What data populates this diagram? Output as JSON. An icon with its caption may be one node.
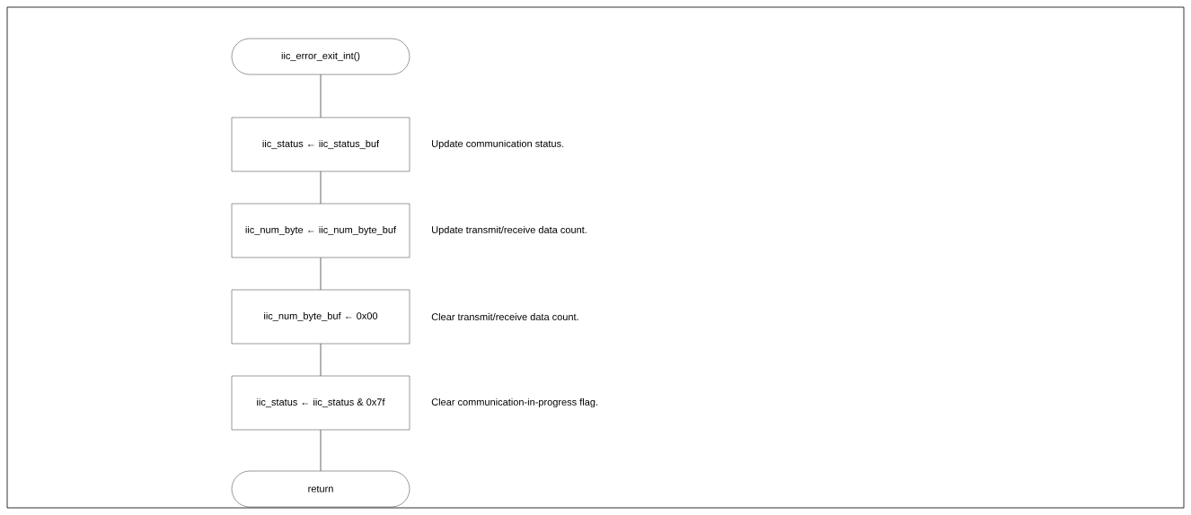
{
  "diagram": {
    "nodes": [
      {
        "text": [
          "iic_error_exit_int()"
        ]
      },
      {
        "text": [
          "iic_status ← iic_status_buf"
        ],
        "beside": [
          "Update communication status."
        ]
      },
      {
        "text": [
          "iic_num_byte ← iic_num_byte_buf"
        ],
        "beside": [
          "Update transmit/receive data count."
        ]
      },
      {
        "text": [
          "iic_num_byte_buf ← 0x00"
        ],
        "beside": [
          "Clear transmit/receive data count."
        ]
      },
      {
        "text": [
          "iic_status ← iic_status & 0x7f"
        ],
        "beside": [
          "Clear communication-in-progress flag."
        ]
      },
      {
        "text": [
          "return"
        ]
      }
    ],
    "edges": [
      {
        "from": 0,
        "to": 1,
        "arrow": "none"
      },
      {
        "from": 1,
        "to": 2,
        "arrow": "none"
      },
      {
        "from": 2,
        "to": 3,
        "arrow": "none"
      },
      {
        "from": 3,
        "to": 4,
        "arrow": "none"
      },
      {
        "from": 4,
        "to": 5,
        "arrow": "none"
      }
    ]
  }
}
